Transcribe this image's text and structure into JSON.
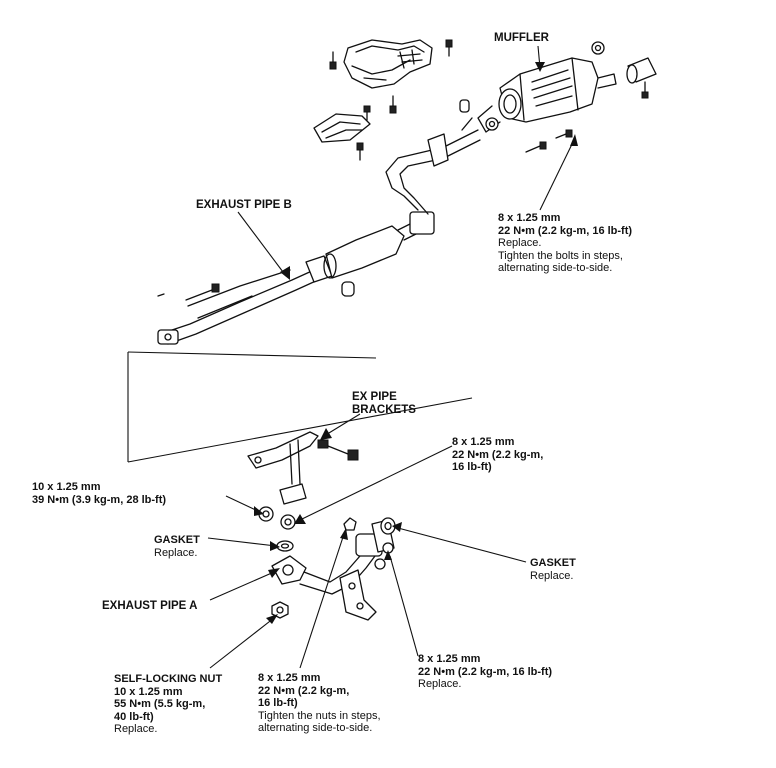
{
  "labels": {
    "muffler": "MUFFLER",
    "exhaust_pipe_b": "EXHAUST PIPE B",
    "ex_pipe_brackets_line1": "EX PIPE",
    "ex_pipe_brackets_line2": "BRACKETS",
    "exhaust_pipe_a": "EXHAUST PIPE A",
    "gasket_left": "GASKET",
    "gasket_left_note": "Replace.",
    "gasket_right": "GASKET",
    "gasket_right_note": "Replace.",
    "self_locking_nut": "SELF-LOCKING NUT"
  },
  "specs": {
    "muffler_bolts": {
      "size": "8 x 1.25 mm",
      "torque": "22 N•m (2.2 kg-m, 16 lb-ft)",
      "note1": "Replace.",
      "note2": "Tighten the bolts in steps,",
      "note3": "alternating side-to-side."
    },
    "bracket_nut": {
      "size": "8 x 1.25 mm",
      "torque1": "22 N•m (2.2 kg-m,",
      "torque2": "16 lb-ft)"
    },
    "bracket_bolt": {
      "size": "10 x 1.25 mm",
      "torque": "39 N•m (3.9 kg-m, 28 lb-ft)"
    },
    "pipe_a_nuts": {
      "size": "8 x 1.25 mm",
      "torque1": "22 N•m (2.2 kg-m,",
      "torque2": "16 lb-ft)",
      "note1": "Tighten the nuts in steps,",
      "note2": "alternating side-to-side."
    },
    "pipe_a_right_nuts": {
      "size": "8 x 1.25 mm",
      "torque": "22 N•m (2.2 kg-m, 16 lb-ft)",
      "note": "Replace."
    },
    "self_locking_nut": {
      "size": "10 x 1.25 mm",
      "torque1": "55 N•m (5.5 kg-m,",
      "torque2": "40 lb-ft)",
      "note": "Replace."
    }
  }
}
